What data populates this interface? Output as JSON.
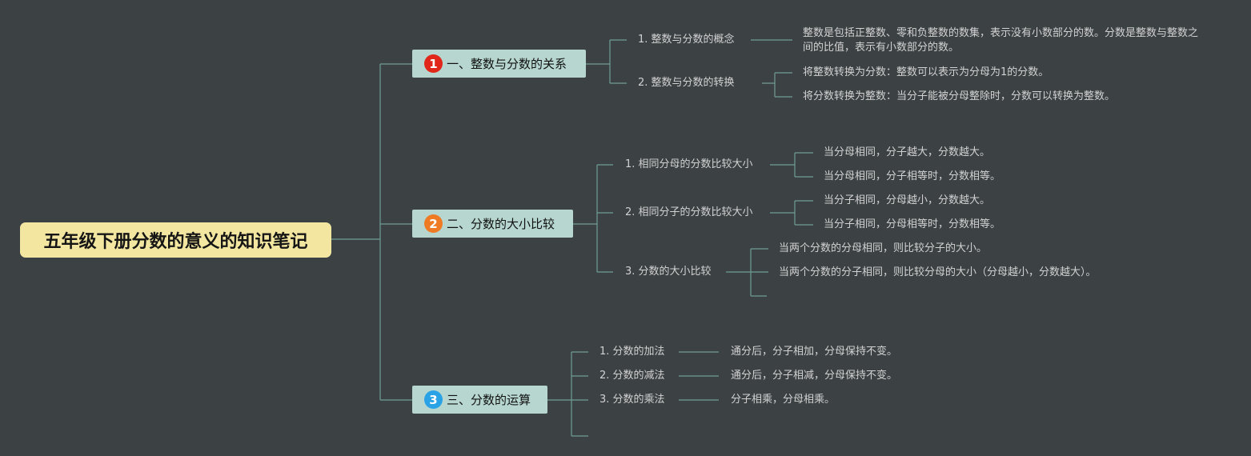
{
  "root": {
    "title": "五年级下册分数的意义的知识笔记"
  },
  "colors": {
    "badge1": "#e0271a",
    "badge2": "#ef7a24",
    "badge3": "#2aa2e6"
  },
  "topics": [
    {
      "num": "1",
      "title": "一、整数与分数的关系",
      "subs": [
        {
          "label": "1. 整数与分数的概念",
          "leaves": [
            "整数是包括正整数、零和负整数的数集，表示没有小数部分的数。分数是整数与整数之间的比值，表示有小数部分的数。"
          ]
        },
        {
          "label": "2. 整数与分数的转换",
          "leaves": [
            "将整数转换为分数：整数可以表示为分母为1的分数。",
            "将分数转换为整数：当分子能被分母整除时，分数可以转换为整数。"
          ]
        }
      ]
    },
    {
      "num": "2",
      "title": "二、分数的大小比较",
      "subs": [
        {
          "label": "1. 相同分母的分数比较大小",
          "leaves": [
            "当分母相同，分子越大，分数越大。",
            "当分母相同，分子相等时，分数相等。"
          ]
        },
        {
          "label": "2. 相同分子的分数比较大小",
          "leaves": [
            "当分子相同，分母越小，分数越大。",
            "当分子相同，分母相等时，分数相等。"
          ]
        },
        {
          "label": "3. 分数的大小比较",
          "leaves": [
            "当两个分数的分母相同，则比较分子的大小。",
            "当两个分数的分子相同，则比较分母的大小（分母越小，分数越大）。"
          ]
        }
      ]
    },
    {
      "num": "3",
      "title": "三、分数的运算",
      "subs": [
        {
          "label": "1. 分数的加法",
          "leaves": [
            "通分后，分子相加，分母保持不变。"
          ]
        },
        {
          "label": "2. 分数的减法",
          "leaves": [
            "通分后，分子相减，分母保持不变。"
          ]
        },
        {
          "label": "3. 分数的乘法",
          "leaves": [
            "分子相乘，分母相乘。"
          ]
        }
      ]
    }
  ]
}
